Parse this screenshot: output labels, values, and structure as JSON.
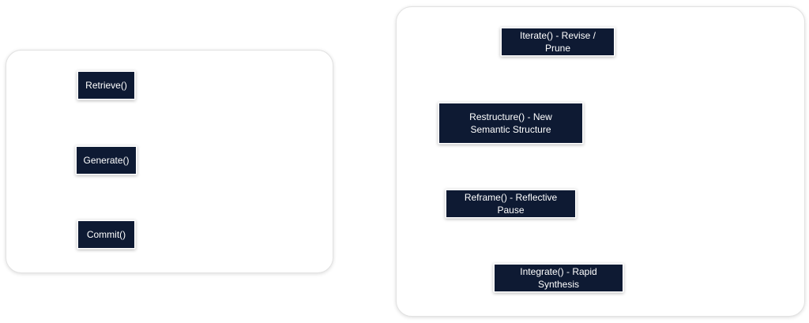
{
  "diagram": {
    "left_group": {
      "nodes": [
        {
          "id": "retrieve",
          "label": "Retrieve()"
        },
        {
          "id": "generate",
          "label": "Generate()"
        },
        {
          "id": "commit",
          "label": "Commit()"
        }
      ]
    },
    "right_group": {
      "nodes": [
        {
          "id": "iterate",
          "label": "Iterate() - Revise / Prune"
        },
        {
          "id": "restructure",
          "label": "Restructure() - New Semantic Structure"
        },
        {
          "id": "reframe",
          "label": "Reframe() - Reflective Pause"
        },
        {
          "id": "integrate",
          "label": "Integrate() - Rapid Synthesis"
        }
      ]
    }
  },
  "colors": {
    "node_fill": "#0e1a33",
    "node_text": "#ffffff",
    "panel_border": "#e2e2e2",
    "background": "#ffffff"
  }
}
